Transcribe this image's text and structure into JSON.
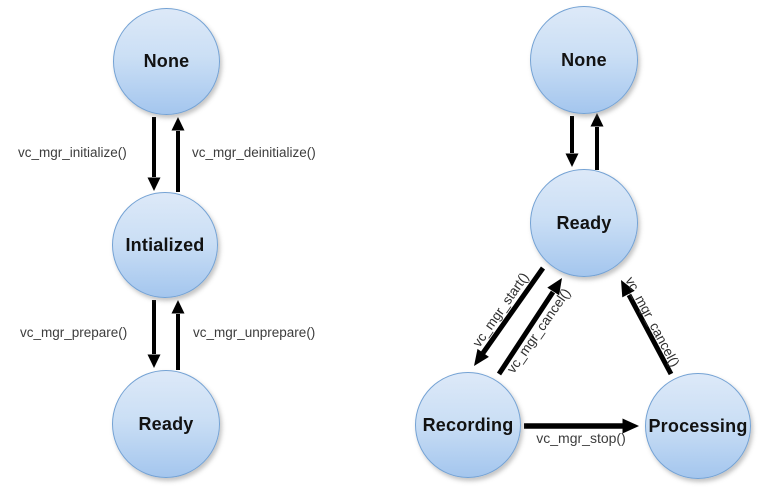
{
  "left_diagram": {
    "title": "manager-initialization-lifecycle",
    "states": {
      "none": "None",
      "initialized": "Intialized",
      "ready": "Ready"
    },
    "transitions": {
      "initialize": "vc_mgr_initialize()",
      "deinitialize": "vc_mgr_deinitialize()",
      "prepare": "vc_mgr_prepare()",
      "unprepare": "vc_mgr_unprepare()"
    }
  },
  "right_diagram": {
    "title": "manager-recording-lifecycle",
    "states": {
      "none": "None",
      "ready": "Ready",
      "recording": "Recording",
      "processing": "Processing"
    },
    "transitions": {
      "start": "vc_mgr_start()",
      "cancel_from_recording": "vc_mgr_cancel()",
      "cancel_from_processing": "vc_mgr_cancel()",
      "stop": "vc_mgr_stop()"
    }
  },
  "colors": {
    "state_fill_top": "#dde9f8",
    "state_fill_bottom": "#a4c6ee",
    "state_border": "#74a2d4",
    "arrow": "#000000",
    "label_text": "#3c3c3c",
    "background": "#ffffff"
  }
}
